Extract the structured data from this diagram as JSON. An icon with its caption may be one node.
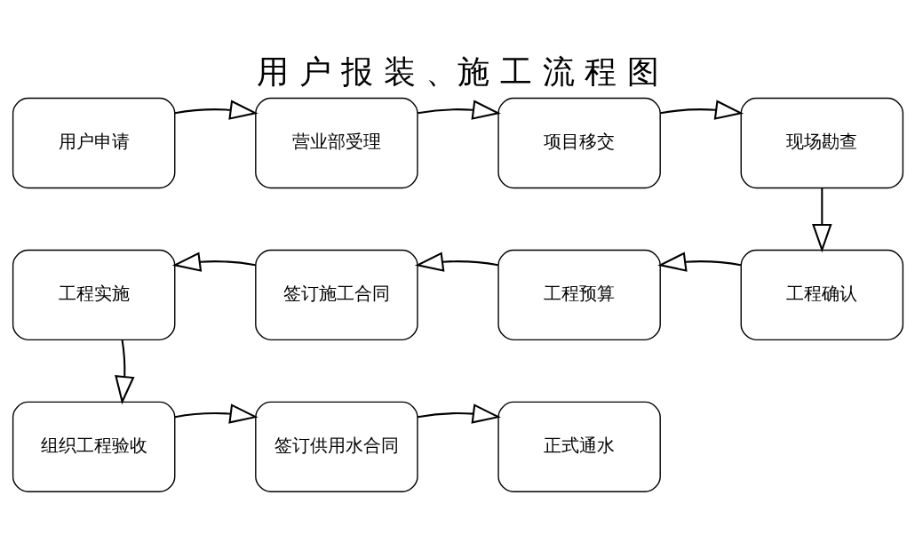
{
  "diagram": {
    "title": "用 户 报 装 、施 工 流 程 图",
    "nodes": [
      {
        "text": [
          "用户申请"
        ]
      },
      {
        "text": [
          "营业部受理"
        ]
      },
      {
        "text": [
          "项目移交"
        ]
      },
      {
        "text": [
          "现场勘查"
        ]
      },
      {
        "text": [
          "工程确认"
        ]
      },
      {
        "text": [
          "工程预算"
        ]
      },
      {
        "text": [
          "签订施工合同"
        ]
      },
      {
        "text": [
          "工程实施"
        ]
      },
      {
        "text": [
          "组织工程验收"
        ]
      },
      {
        "text": [
          "签订供用水合同"
        ]
      },
      {
        "text": [
          "正式通水"
        ]
      }
    ],
    "edges": [
      {
        "from": 0,
        "to": 1,
        "arrow": "to"
      },
      {
        "from": 1,
        "to": 2,
        "arrow": "to"
      },
      {
        "from": 2,
        "to": 3,
        "arrow": "to"
      },
      {
        "from": 3,
        "to": 4,
        "arrow": "to"
      },
      {
        "from": 4,
        "to": 5,
        "arrow": "to"
      },
      {
        "from": 5,
        "to": 6,
        "arrow": "to"
      },
      {
        "from": 6,
        "to": 7,
        "arrow": "to"
      },
      {
        "from": 7,
        "to": 8,
        "arrow": "to"
      },
      {
        "from": 8,
        "to": 9,
        "arrow": "to"
      },
      {
        "from": 9,
        "to": 10,
        "arrow": "to"
      }
    ]
  }
}
